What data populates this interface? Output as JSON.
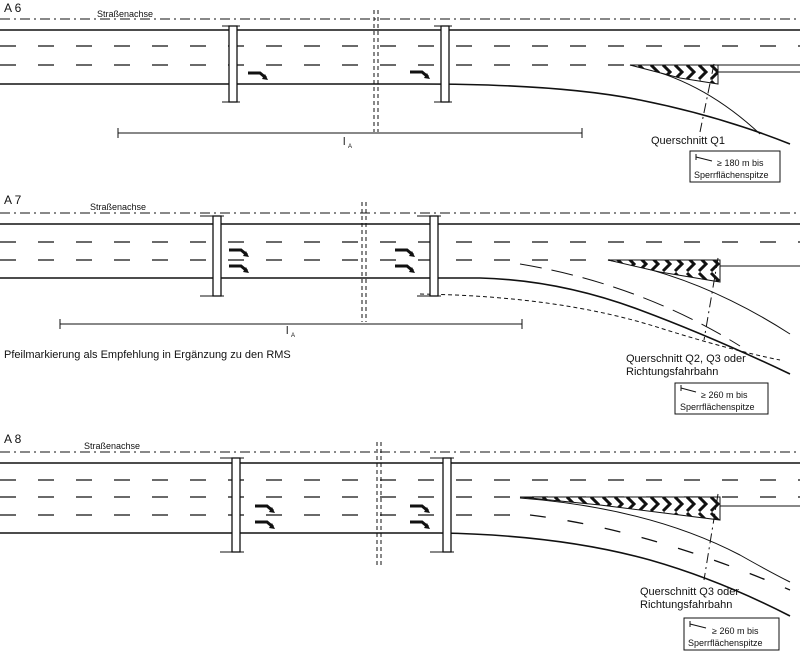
{
  "panels": [
    {
      "id": "A6",
      "label": "A 6",
      "axis_label": "Straßenachse",
      "length_label": "l",
      "length_subscript": "A",
      "cross_section_label_1": "Querschnitt Q1",
      "cross_section_label_2": "",
      "distance_text_1": "≥ 180 m bis",
      "distance_text_2": "Sperrflächenspitze"
    },
    {
      "id": "A7",
      "label": "A 7",
      "axis_label": "Straßenachse",
      "length_label": "l",
      "length_subscript": "A",
      "cross_section_label_1": "Querschnitt Q2, Q3 oder",
      "cross_section_label_2": "Richtungsfahrbahn",
      "distance_text_1": "≥ 260 m bis",
      "distance_text_2": "Sperrflächenspitze"
    },
    {
      "id": "A8",
      "label": "A 8",
      "axis_label": "Straßenachse",
      "length_label": "",
      "length_subscript": "",
      "cross_section_label_1": "Querschnitt Q3 oder",
      "cross_section_label_2": "Richtungsfahrbahn",
      "distance_text_1": "≥ 260 m bis",
      "distance_text_2": "Sperrflächenspitze"
    }
  ],
  "note": "Pfeilmarkierung als Empfehlung in Ergänzung zu den RMS",
  "colors": {
    "ink": "#111111",
    "paper": "#ffffff"
  },
  "icons": [
    "turn-arrow-icon",
    "gantry-sign",
    "chevron-hatching"
  ]
}
